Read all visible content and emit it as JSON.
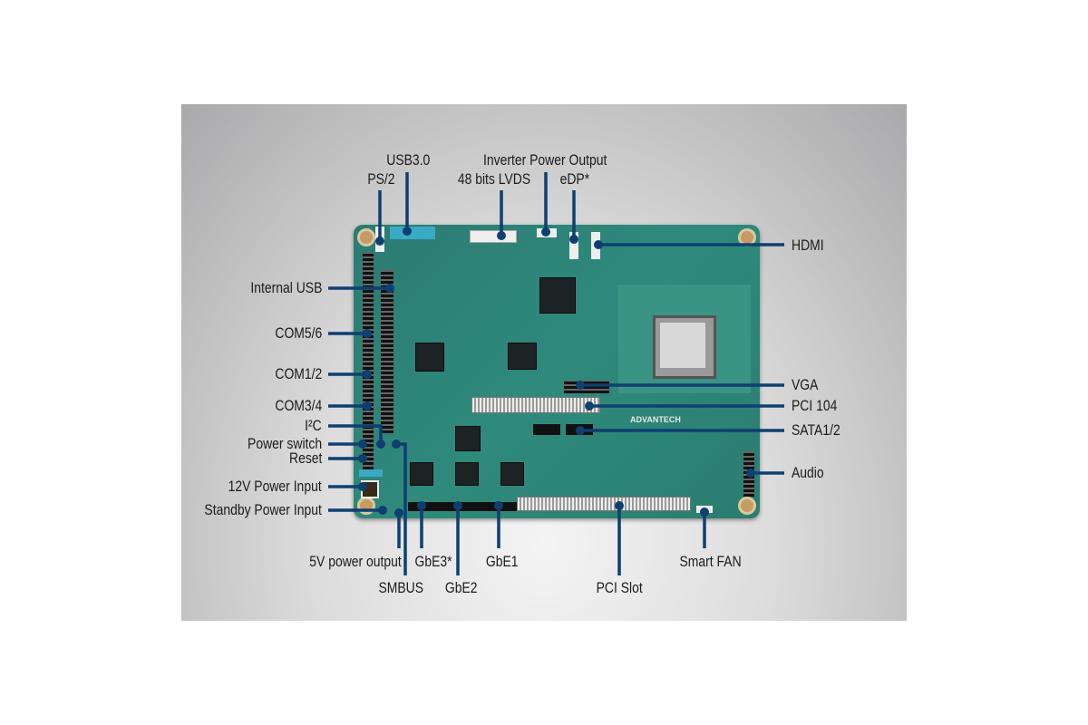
{
  "colors": {
    "leader": "#0f3f70",
    "board": "#2c7b72"
  },
  "board": {
    "brand": "ADVANTECH"
  },
  "labels": {
    "usb30": "USB3.0",
    "ps2": "PS/2",
    "inverter": "Inverter Power Output",
    "lvds": "48 bits LVDS",
    "edp": "eDP*",
    "hdmi": "HDMI",
    "internal_usb": "Internal USB",
    "com56": "COM5/6",
    "com12": "COM1/2",
    "com34": "COM3/4",
    "i2c": "I²C",
    "power_switch": "Power switch",
    "reset": "Reset",
    "power12v": "12V Power Input",
    "standby": "Standby Power Input",
    "vga": "VGA",
    "pci104": "PCI 104",
    "sata": "SATA1/2",
    "audio": "Audio",
    "out5v": "5V power output",
    "smbus": "SMBUS",
    "gbe3": "GbE3*",
    "gbe2": "GbE2",
    "gbe1": "GbE1",
    "pci_slot": "PCI Slot",
    "smart_fan": "Smart FAN"
  }
}
